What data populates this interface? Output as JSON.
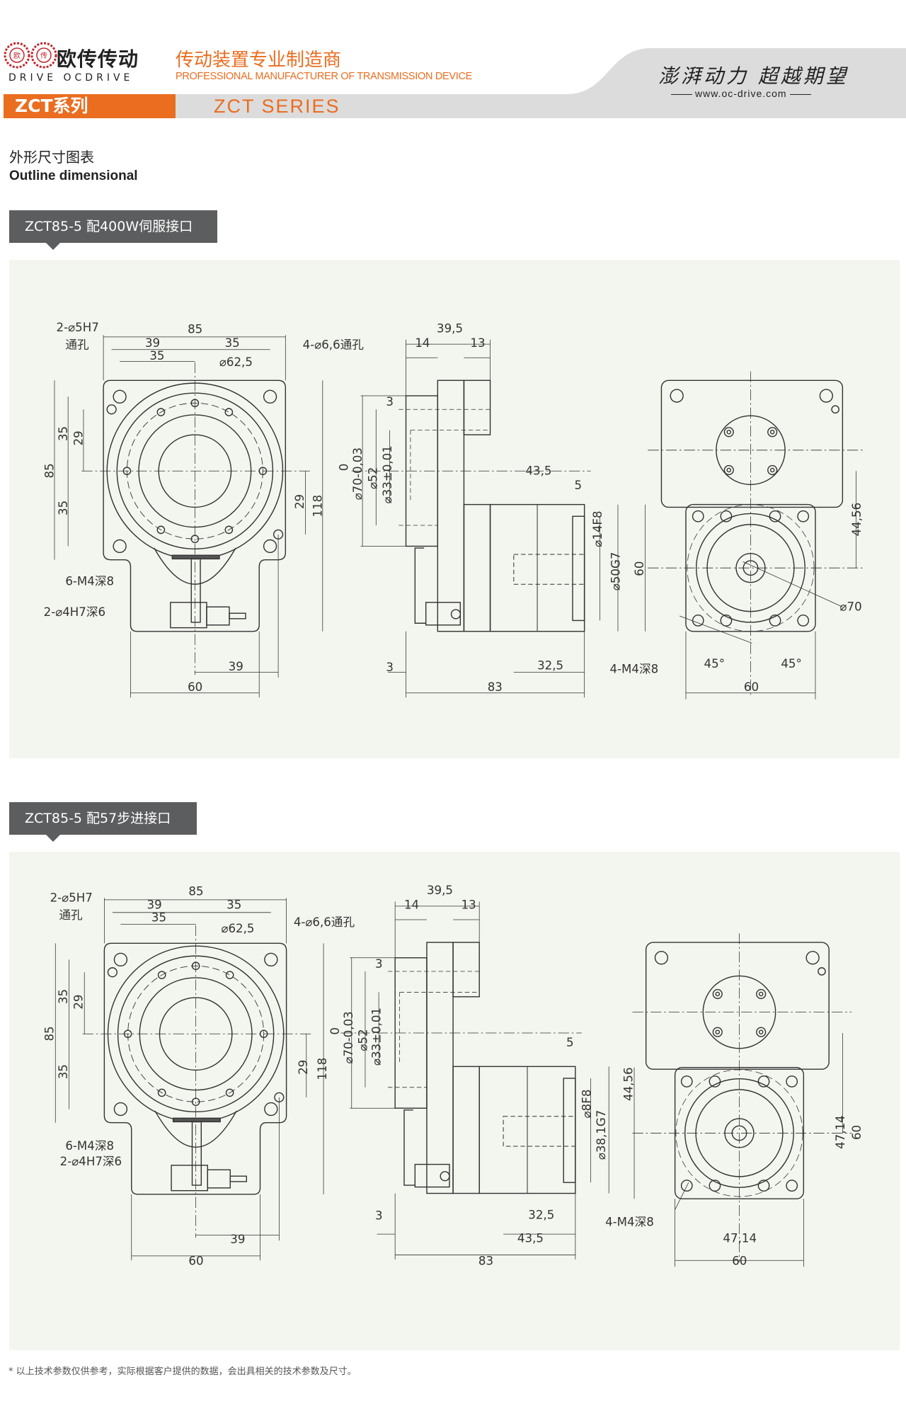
{
  "header": {
    "logo_cn": "欧传传动",
    "logo_en": "DRIVE OCDRIVE",
    "logo_badges": [
      "欧",
      "传"
    ],
    "tagline_cn": "传动装置专业制造商",
    "tagline_en": "PROFESSIONAL MANUFACTURER OF TRANSMISSION DEVICE",
    "series_cn": "ZCT系列",
    "series_en": "ZCT SERIES",
    "slogan": "澎湃动力 超越期望",
    "website": "www.oc-drive.com"
  },
  "section": {
    "title_cn": "外形尺寸图表",
    "title_en": "Outline dimensional"
  },
  "colors": {
    "accent": "#ea6d20",
    "tab_bg": "#5c5d5f",
    "panel_bg": "#f3f5ef",
    "header_gray": "#dcdcdc"
  },
  "panels": [
    {
      "title": "ZCT85-5 配400W伺服接口",
      "front": [
        "2-⌀5H7",
        "通孔",
        "85",
        "39",
        "35",
        "35",
        "⌀62,5",
        "4-⌀6,6通孔",
        "35",
        "29",
        "85",
        "35",
        "29",
        "118",
        "6-M4深8",
        "2-⌀4H7深6",
        "39",
        "60"
      ],
      "side": [
        "39,5",
        "14",
        "13",
        "3",
        "0",
        "⌀70-0,03",
        "⌀52",
        "⌀33±0,01",
        "43,5",
        "5",
        "⌀14F8",
        "⌀50G7",
        "3",
        "32,5",
        "83"
      ],
      "right": [
        "44,56",
        "60",
        "⌀70",
        "4-M4深8",
        "45°",
        "45°",
        "60"
      ]
    },
    {
      "title": "ZCT85-5 配57步进接口",
      "front": [
        "2-⌀5H7",
        "通孔",
        "85",
        "39",
        "35",
        "35",
        "⌀62,5",
        "4-⌀6,6通孔",
        "35",
        "29",
        "85",
        "35",
        "29",
        "118",
        "6-M4深8",
        "2-⌀4H7深6",
        "39",
        "60"
      ],
      "side": [
        "39,5",
        "14",
        "13",
        "3",
        "0",
        "⌀70-0,03",
        "⌀52",
        "⌀33±0,01",
        "5",
        "⌀8F8",
        "⌀38,1G7",
        "3",
        "32,5",
        "43,5",
        "83"
      ],
      "right": [
        "44,56",
        "47,14",
        "60",
        "4-M4深8",
        "47,14",
        "60"
      ]
    }
  ],
  "footer": "* 以上技术参数仅供参考，实际根据客户提供的数据，会出具相关的技术参数及尺寸。"
}
